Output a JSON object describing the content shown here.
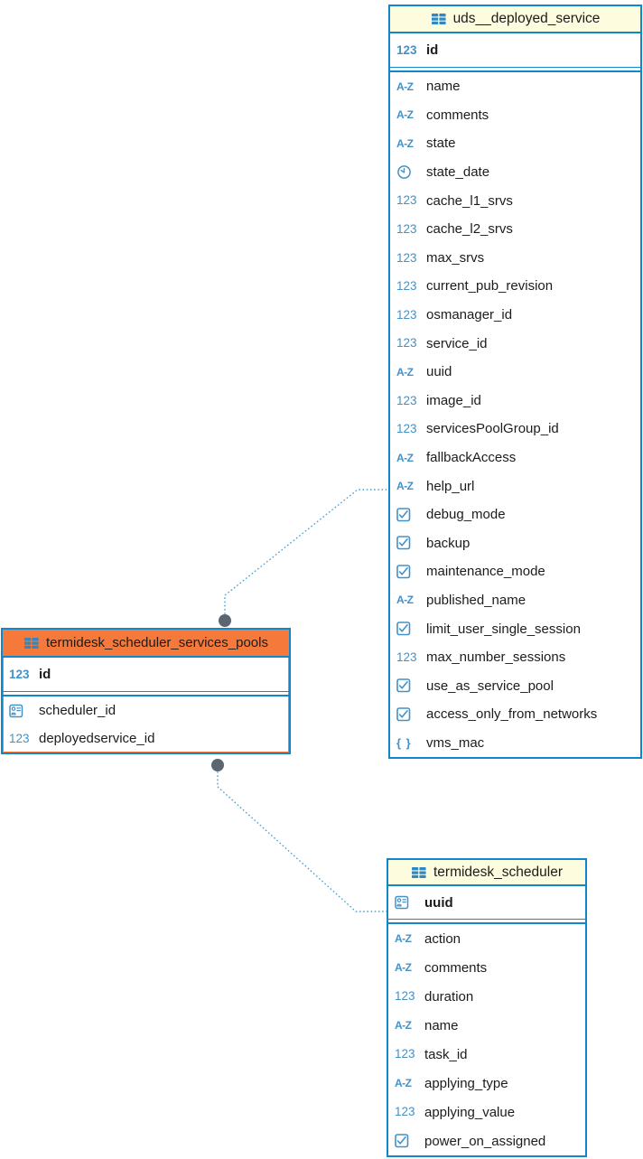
{
  "colors": {
    "table_border": "#0f87c8",
    "header_cream": "#fdfcdf",
    "header_orange_selected": "#f5793b",
    "type_icon_blue": "#4292c8",
    "relationship_line": "#4aa2d6",
    "connector_dot": "#5b6670",
    "field_text": "#1c1c1c"
  },
  "icon_glyphs": {
    "integer": "123",
    "text": "A-Z",
    "json": "{ }"
  },
  "relationships": [
    {
      "from": "termidesk_scheduler_services_pools",
      "to": "uds__deployed_service"
    },
    {
      "from": "termidesk_scheduler_services_pools",
      "to": "termidesk_scheduler"
    }
  ],
  "tables": {
    "uds_deployed_service": {
      "title": "uds__deployed_service",
      "pk": [
        {
          "name": "id",
          "icon": "integer-icon"
        }
      ],
      "columns": [
        {
          "name": "name",
          "icon": "text-icon"
        },
        {
          "name": "comments",
          "icon": "text-icon"
        },
        {
          "name": "state",
          "icon": "text-icon"
        },
        {
          "name": "state_date",
          "icon": "datetime-icon"
        },
        {
          "name": "cache_l1_srvs",
          "icon": "integer-icon"
        },
        {
          "name": "cache_l2_srvs",
          "icon": "integer-icon"
        },
        {
          "name": "max_srvs",
          "icon": "integer-icon"
        },
        {
          "name": "current_pub_revision",
          "icon": "integer-icon"
        },
        {
          "name": "osmanager_id",
          "icon": "integer-icon"
        },
        {
          "name": "service_id",
          "icon": "integer-icon"
        },
        {
          "name": "uuid",
          "icon": "text-icon"
        },
        {
          "name": "image_id",
          "icon": "integer-icon"
        },
        {
          "name": "servicesPoolGroup_id",
          "icon": "integer-icon"
        },
        {
          "name": "fallbackAccess",
          "icon": "text-icon"
        },
        {
          "name": "help_url",
          "icon": "text-icon"
        },
        {
          "name": "debug_mode",
          "icon": "boolean-icon"
        },
        {
          "name": "backup",
          "icon": "boolean-icon"
        },
        {
          "name": "maintenance_mode",
          "icon": "boolean-icon"
        },
        {
          "name": "published_name",
          "icon": "text-icon"
        },
        {
          "name": "limit_user_single_session",
          "icon": "boolean-icon"
        },
        {
          "name": "max_number_sessions",
          "icon": "integer-icon"
        },
        {
          "name": "use_as_service_pool",
          "icon": "boolean-icon"
        },
        {
          "name": "access_only_from_networks",
          "icon": "boolean-icon"
        },
        {
          "name": "vms_mac",
          "icon": "json-icon"
        }
      ]
    },
    "scheduler_services_pools": {
      "title": "termidesk_scheduler_services_pools",
      "pk": [
        {
          "name": "id",
          "icon": "integer-icon"
        }
      ],
      "columns": [
        {
          "name": "scheduler_id",
          "icon": "id-card-icon"
        },
        {
          "name": "deployedservice_id",
          "icon": "integer-icon"
        }
      ]
    },
    "scheduler": {
      "title": "termidesk_scheduler",
      "pk": [
        {
          "name": "uuid",
          "icon": "id-card-icon"
        }
      ],
      "columns": [
        {
          "name": "action",
          "icon": "text-icon"
        },
        {
          "name": "comments",
          "icon": "text-icon"
        },
        {
          "name": "duration",
          "icon": "integer-icon"
        },
        {
          "name": "name",
          "icon": "text-icon"
        },
        {
          "name": "task_id",
          "icon": "integer-icon"
        },
        {
          "name": "applying_type",
          "icon": "text-icon"
        },
        {
          "name": "applying_value",
          "icon": "integer-icon"
        },
        {
          "name": "power_on_assigned",
          "icon": "boolean-icon"
        }
      ]
    }
  }
}
